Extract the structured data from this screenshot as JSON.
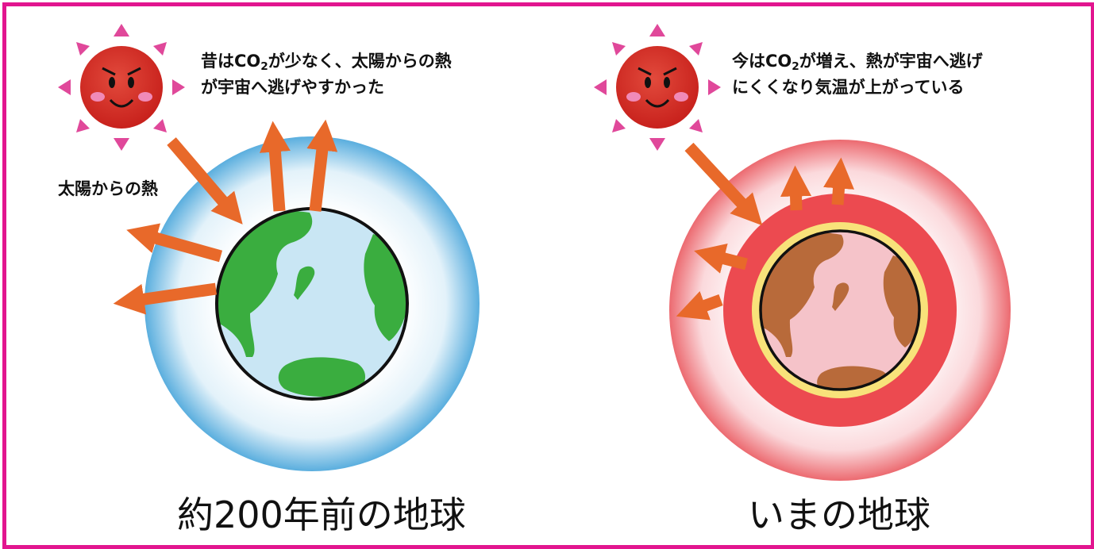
{
  "past": {
    "caption_line1_pre": "昔はCO",
    "caption_sub": "2",
    "caption_line1_post": "が少なく、太陽からの熱",
    "caption_line2": "が宇宙へ逃げやすかった",
    "sun_heat_label": "太陽からの熱",
    "title": "約200年前の地球"
  },
  "present": {
    "caption_line1_pre": "今はCO",
    "caption_sub": "2",
    "caption_line1_post": "が増え、熱が宇宙へ逃げ",
    "caption_line2": "にくくなり気温が上がっている",
    "title": "いまの地球"
  },
  "colors": {
    "frame": "#e2158f",
    "arrow": "#e8692a",
    "sun": "#d42a22",
    "sun_rays": "#e0489a",
    "ocean_past": "#c9e6f4",
    "land_past": "#3aad3f",
    "atmosphere_past": "#5aaede",
    "ocean_present": "#f5c3c9",
    "land_present": "#b86a3a",
    "atmosphere_present": "#ec4a50",
    "yellow_band": "#f8e27a"
  },
  "icons": [
    "sun-face-icon",
    "arrow-icon"
  ]
}
